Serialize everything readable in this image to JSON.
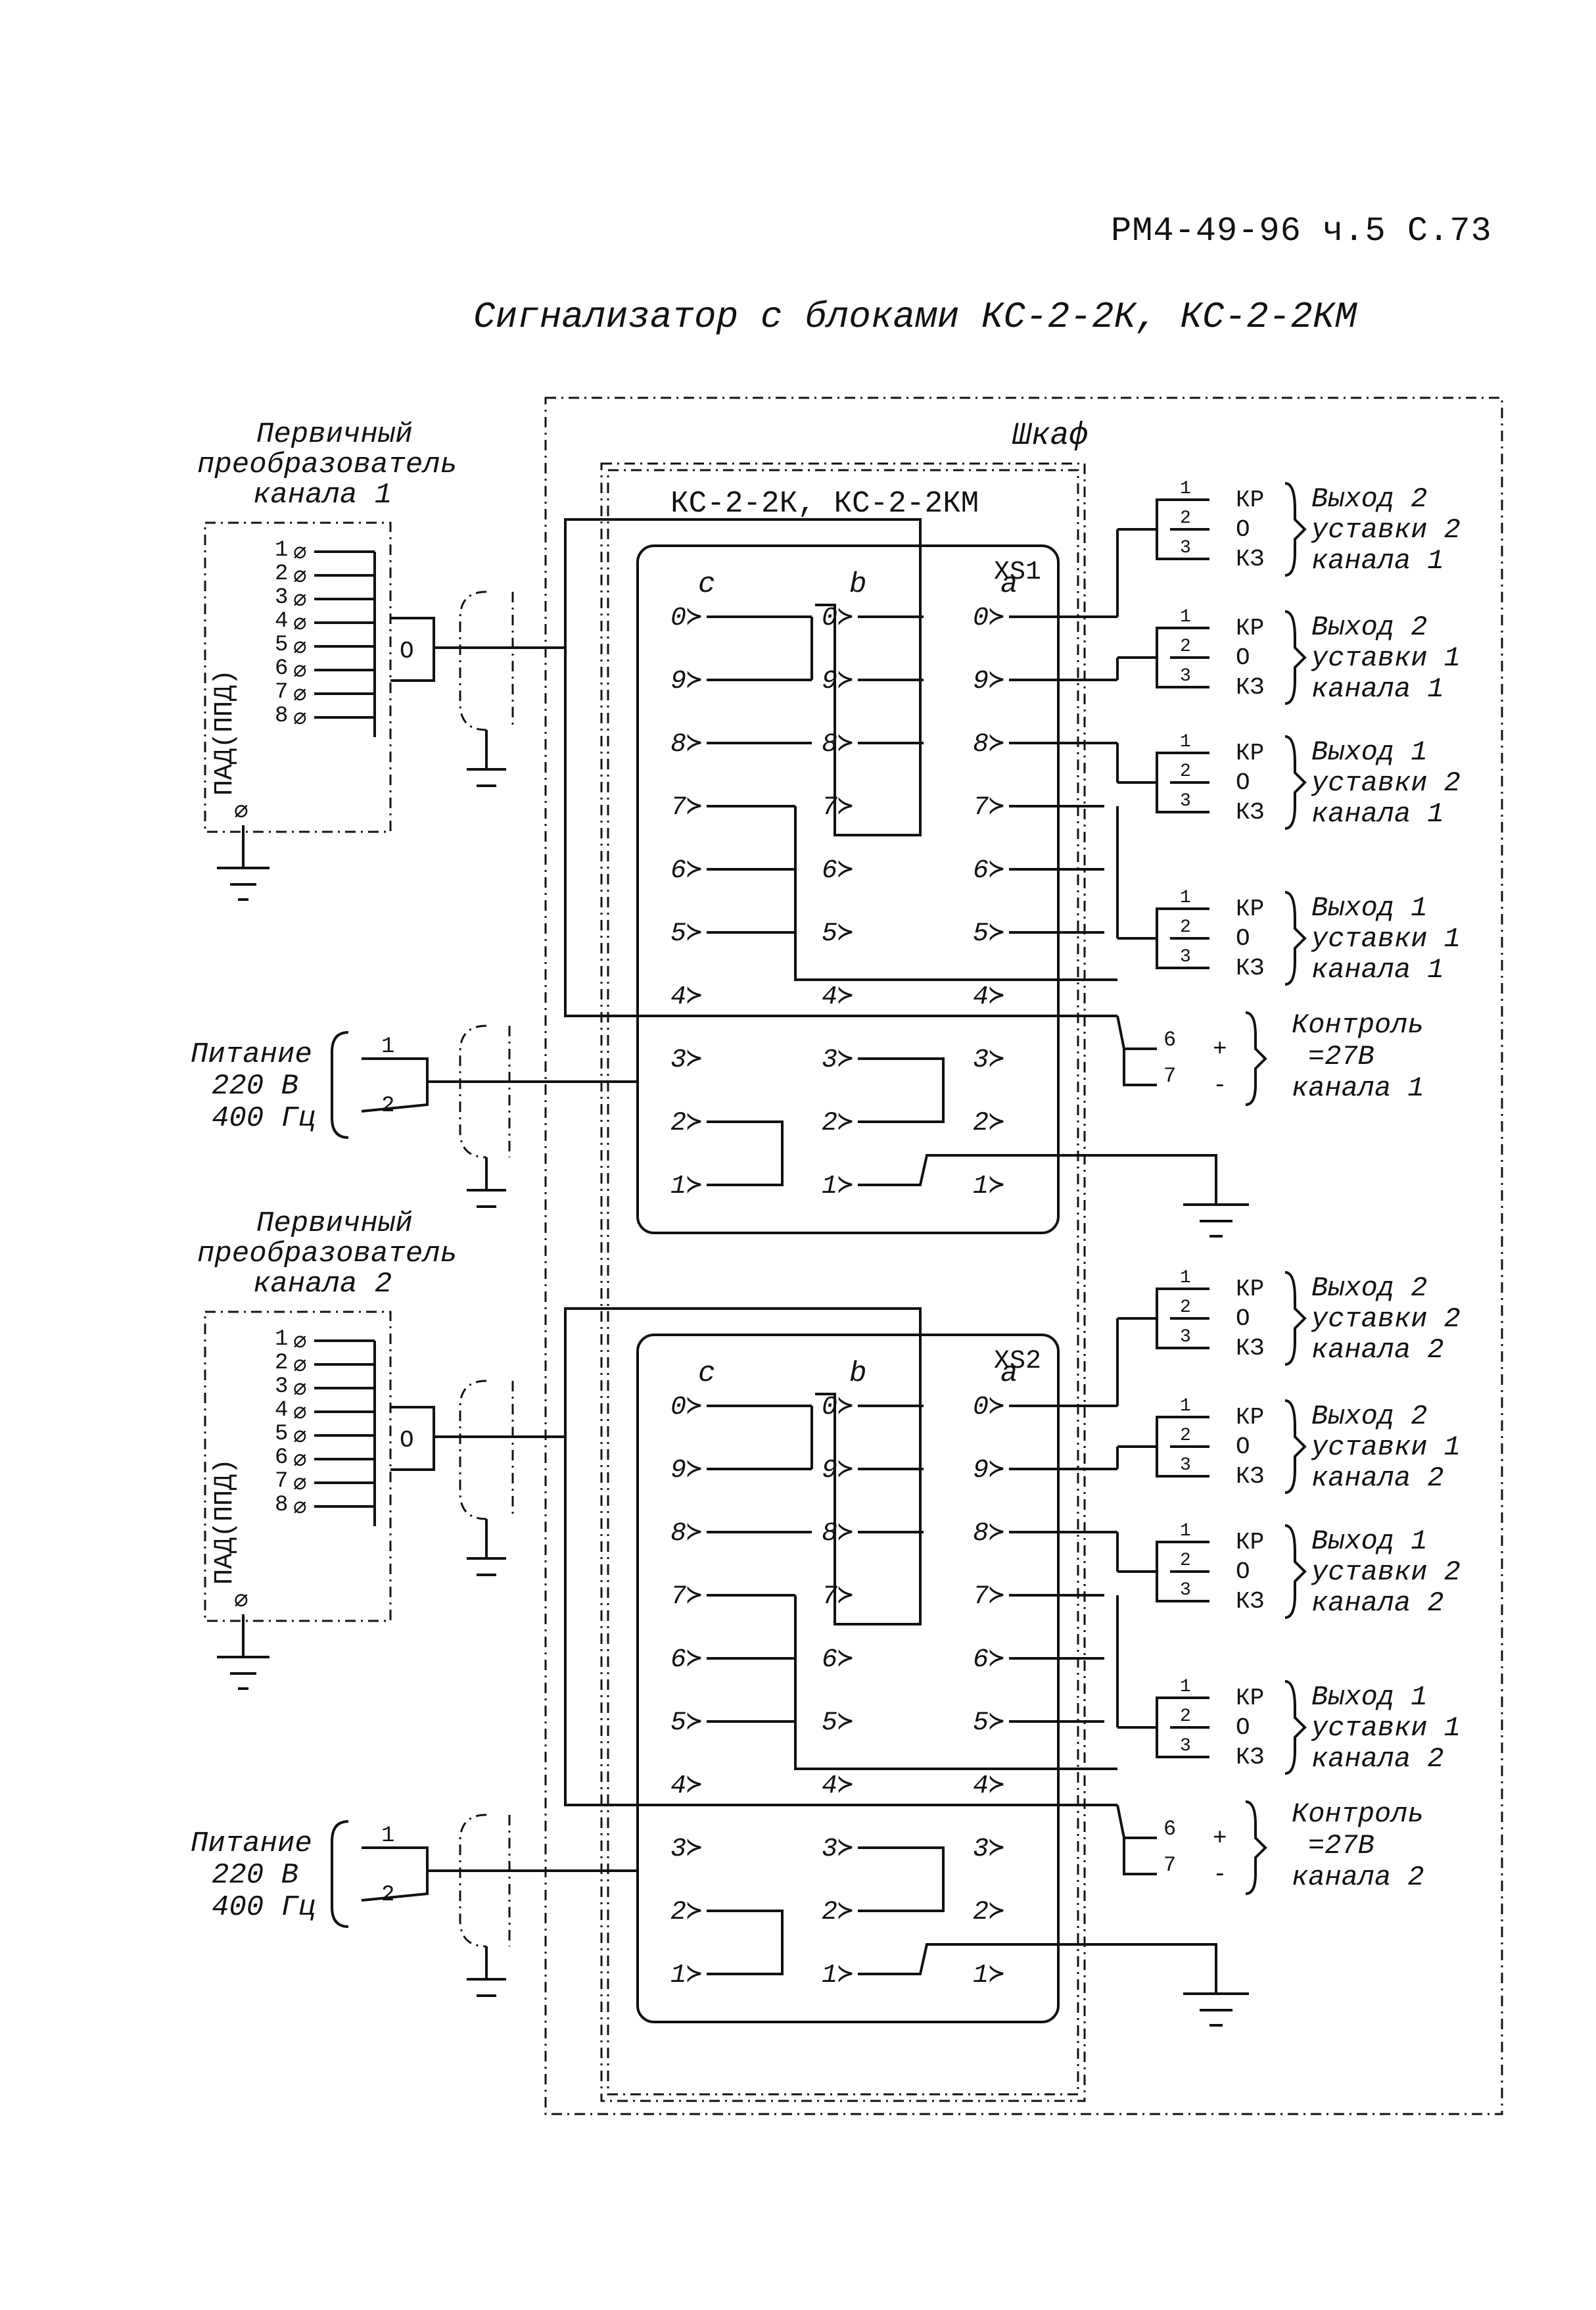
{
  "header": {
    "doc_ref": "РМ4-49-96 ч.5  С.73"
  },
  "title": "Сигнализатор с блоками КС-2-2К, КС-2-2КМ",
  "cabinet_label": "Шкаф",
  "block_label": "КС-2-2К, КС-2-2КМ",
  "sensors": [
    {
      "title_l1": "Первичный",
      "title_l2": "преобразователь",
      "title_l3": "канала 1",
      "device": "ПАД(ППД)",
      "pins": [
        "1",
        "2",
        "3",
        "4",
        "5",
        "6",
        "7",
        "8"
      ]
    },
    {
      "title_l1": "Первичный",
      "title_l2": "преобразователь",
      "title_l3": "канала 2",
      "device": "ПАД(ППД)",
      "pins": [
        "1",
        "2",
        "3",
        "4",
        "5",
        "6",
        "7",
        "8"
      ]
    }
  ],
  "power": {
    "l1": "Питание",
    "l2": "220 В",
    "l3": "400 Гц",
    "pins": [
      "1",
      "2"
    ]
  },
  "connectors": [
    {
      "name": "XS1",
      "columns": [
        "c",
        "b",
        "a"
      ],
      "rows": [
        "0",
        "9",
        "8",
        "7",
        "6",
        "5",
        "4",
        "3",
        "2",
        "1"
      ]
    },
    {
      "name": "XS2",
      "columns": [
        "c",
        "b",
        "a"
      ],
      "rows": [
        "0",
        "9",
        "8",
        "7",
        "6",
        "5",
        "4",
        "3",
        "2",
        "1"
      ]
    }
  ],
  "contacts": [
    "КР",
    "О",
    "КЗ"
  ],
  "outputs": [
    {
      "l1": "Выход 2",
      "l2": "уставки 2",
      "l3": "канала 1"
    },
    {
      "l1": "Выход 2",
      "l2": "уставки 1",
      "l3": "канала 1"
    },
    {
      "l1": "Выход 1",
      "l2": "уставки 2",
      "l3": "канала 1"
    },
    {
      "l1": "Выход 1",
      "l2": "уставки 1",
      "l3": "канала 1"
    },
    {
      "l1": "Выход 2",
      "l2": "уставки 2",
      "l3": "канала 2"
    },
    {
      "l1": "Выход 2",
      "l2": "уставки 1",
      "l3": "канала 2"
    },
    {
      "l1": "Выход 1",
      "l2": "уставки 2",
      "l3": "канала 2"
    },
    {
      "l1": "Выход 1",
      "l2": "уставки 1",
      "l3": "канала 2"
    }
  ],
  "control": [
    {
      "l1": "Контроль",
      "l2": "=27В",
      "l3": "канала 1",
      "pins": [
        "6",
        "7"
      ],
      "signs": [
        "+",
        "-"
      ]
    },
    {
      "l1": "Контроль",
      "l2": "=27В",
      "l3": "канала 2",
      "pins": [
        "6",
        "7"
      ],
      "signs": [
        "+",
        "-"
      ]
    }
  ]
}
